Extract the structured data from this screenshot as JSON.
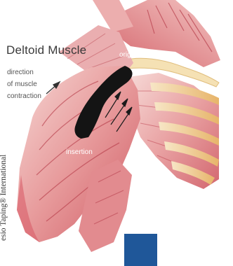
{
  "diagram": {
    "title": "Deltoid Muscle",
    "label_origin": "origin",
    "label_direction_lines": [
      "direction",
      "of muscle",
      "contraction"
    ],
    "label_insertion": "insertion",
    "credit": "esio Taping® International"
  },
  "colors": {
    "muscle_light": "#f2c9c6",
    "muscle_mid": "#e4878a",
    "muscle_dark": "#c0394a",
    "tape": "#141414",
    "bone": "#f3d9a6",
    "rib": "#ecc07c",
    "accent_block": "#1f5799"
  }
}
